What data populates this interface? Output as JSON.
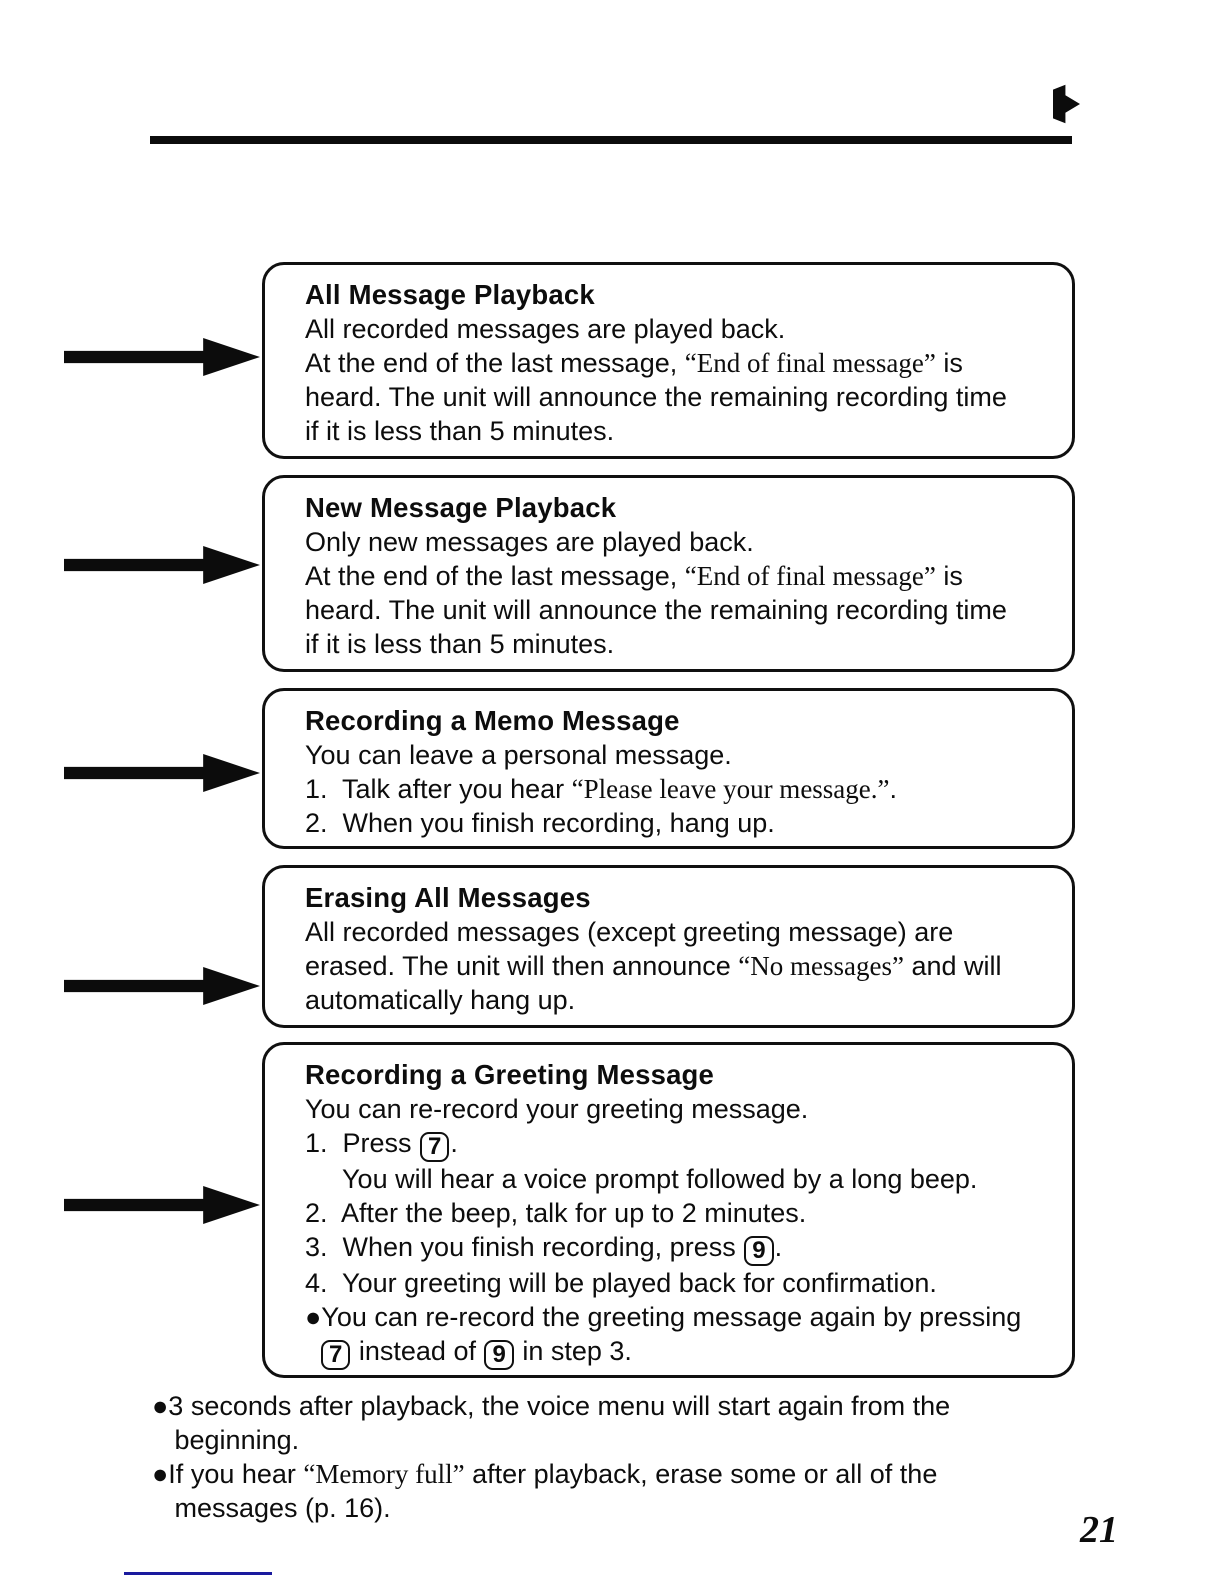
{
  "page_number": "21",
  "icons": {
    "top_right": "small-right-arrow-icon",
    "left_pointers": "thick-right-arrow-icon"
  },
  "boxes": [
    {
      "title": "All Message Playback",
      "lines": [
        [
          {
            "t": "All recorded messages are played back.",
            "s": "sans"
          }
        ],
        [
          {
            "t": "At the end of the last message, ",
            "s": "sans"
          },
          {
            "t": "“End of final message”",
            "s": "serif"
          },
          {
            "t": " is",
            "s": "sans"
          }
        ],
        [
          {
            "t": "heard. The unit will announce the remaining recording time",
            "s": "sans"
          }
        ],
        [
          {
            "t": "if it is less than 5 minutes.",
            "s": "sans"
          }
        ]
      ]
    },
    {
      "title": "New Message Playback",
      "lines": [
        [
          {
            "t": "Only new messages are played back.",
            "s": "sans"
          }
        ],
        [
          {
            "t": "At the end of the last message, ",
            "s": "sans"
          },
          {
            "t": "“End of final message”",
            "s": "serif"
          },
          {
            "t": " is",
            "s": "sans"
          }
        ],
        [
          {
            "t": "heard. The unit will announce the remaining recording time",
            "s": "sans"
          }
        ],
        [
          {
            "t": "if it is less than 5 minutes.",
            "s": "sans"
          }
        ]
      ]
    },
    {
      "title": "Recording a Memo Message",
      "lines": [
        [
          {
            "t": "You can leave a personal message.",
            "s": "sans"
          }
        ],
        [
          {
            "t": "1.  Talk after you hear ",
            "s": "sans"
          },
          {
            "t": "“Please leave your message.”",
            "s": "serif"
          },
          {
            "t": ".",
            "s": "sans"
          }
        ],
        [
          {
            "t": "2.  When you finish recording, hang up.",
            "s": "sans"
          }
        ]
      ]
    },
    {
      "title": "Erasing All Messages",
      "lines": [
        [
          {
            "t": "All recorded messages (except greeting message) are",
            "s": "sans"
          }
        ],
        [
          {
            "t": "erased. The unit will then announce ",
            "s": "sans"
          },
          {
            "t": "“No messages”",
            "s": "serif"
          },
          {
            "t": " and will",
            "s": "sans"
          }
        ],
        [
          {
            "t": "automatically hang up.",
            "s": "sans"
          }
        ]
      ]
    },
    {
      "title": "Recording a Greeting Message",
      "lines": [
        [
          {
            "t": "You can re-record your greeting message.",
            "s": "sans"
          }
        ],
        [
          {
            "t": "1.  Press ",
            "s": "sans"
          },
          {
            "t": "7",
            "s": "key"
          },
          {
            "t": ".",
            "s": "sans"
          }
        ],
        [
          {
            "t": "     You will hear a voice prompt followed by a long beep.",
            "s": "sans"
          }
        ],
        [
          {
            "t": "2.  After the beep, talk for up to 2 minutes.",
            "s": "sans"
          }
        ],
        [
          {
            "t": "3.  When you finish recording, press ",
            "s": "sans"
          },
          {
            "t": "9",
            "s": "key"
          },
          {
            "t": ".",
            "s": "sans"
          }
        ],
        [
          {
            "t": "4.  Your greeting will be played back for confirmation.",
            "s": "sans"
          }
        ],
        [
          {
            "t": "●You can re-record the greeting message again by pressing",
            "s": "sans"
          }
        ],
        [
          {
            "t": "  ",
            "s": "sans"
          },
          {
            "t": "7",
            "s": "key"
          },
          {
            "t": " instead of ",
            "s": "sans"
          },
          {
            "t": "9",
            "s": "key"
          },
          {
            "t": " in step 3.",
            "s": "sans"
          }
        ]
      ]
    }
  ],
  "footnotes": [
    [
      {
        "t": "●3 seconds after playback, the voice menu will start again from the",
        "s": "sans"
      }
    ],
    [
      {
        "t": "   beginning.",
        "s": "sans"
      }
    ],
    [
      {
        "t": "●If you hear ",
        "s": "sans"
      },
      {
        "t": "“Memory full”",
        "s": "serif"
      },
      {
        "t": " after playback, erase some or all of the",
        "s": "sans"
      }
    ],
    [
      {
        "t": "   messages (p. 16).",
        "s": "sans"
      }
    ]
  ]
}
